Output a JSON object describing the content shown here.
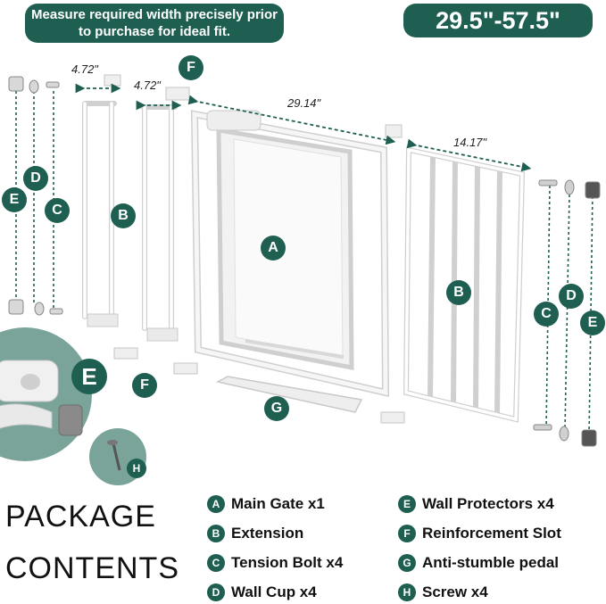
{
  "top_note": "Measure required width precisely prior to purchase for ideal fit.",
  "width_range": "29.5\"-57.5\"",
  "dimensions": {
    "ext_small_1": "4.72\"",
    "ext_small_2": "4.72\"",
    "main_gate": "29.14\"",
    "extension_large": "14.17\""
  },
  "labels": {
    "A": "A",
    "B": "B",
    "C": "C",
    "D": "D",
    "E": "E",
    "F": "F",
    "G": "G",
    "H": "H"
  },
  "package_title": {
    "line1": "PACKAGE",
    "line2": "CONTENTS"
  },
  "legend": [
    {
      "letter": "A",
      "text": "Main Gate x1"
    },
    {
      "letter": "B",
      "text": "Extension"
    },
    {
      "letter": "C",
      "text": "Tension Bolt x4"
    },
    {
      "letter": "D",
      "text": "Wall Cup x4"
    },
    {
      "letter": "E",
      "text": "Wall Protectors x4"
    },
    {
      "letter": "F",
      "text": "Reinforcement Slot"
    },
    {
      "letter": "G",
      "text": "Anti-stumble pedal"
    },
    {
      "letter": "H",
      "text": "Screw x4"
    }
  ],
  "colors": {
    "accent": "#1f5f52",
    "gate_frame": "#f2f2f2",
    "gate_shadow": "#c9c9c9",
    "detail_bg": "#7aa39a"
  }
}
